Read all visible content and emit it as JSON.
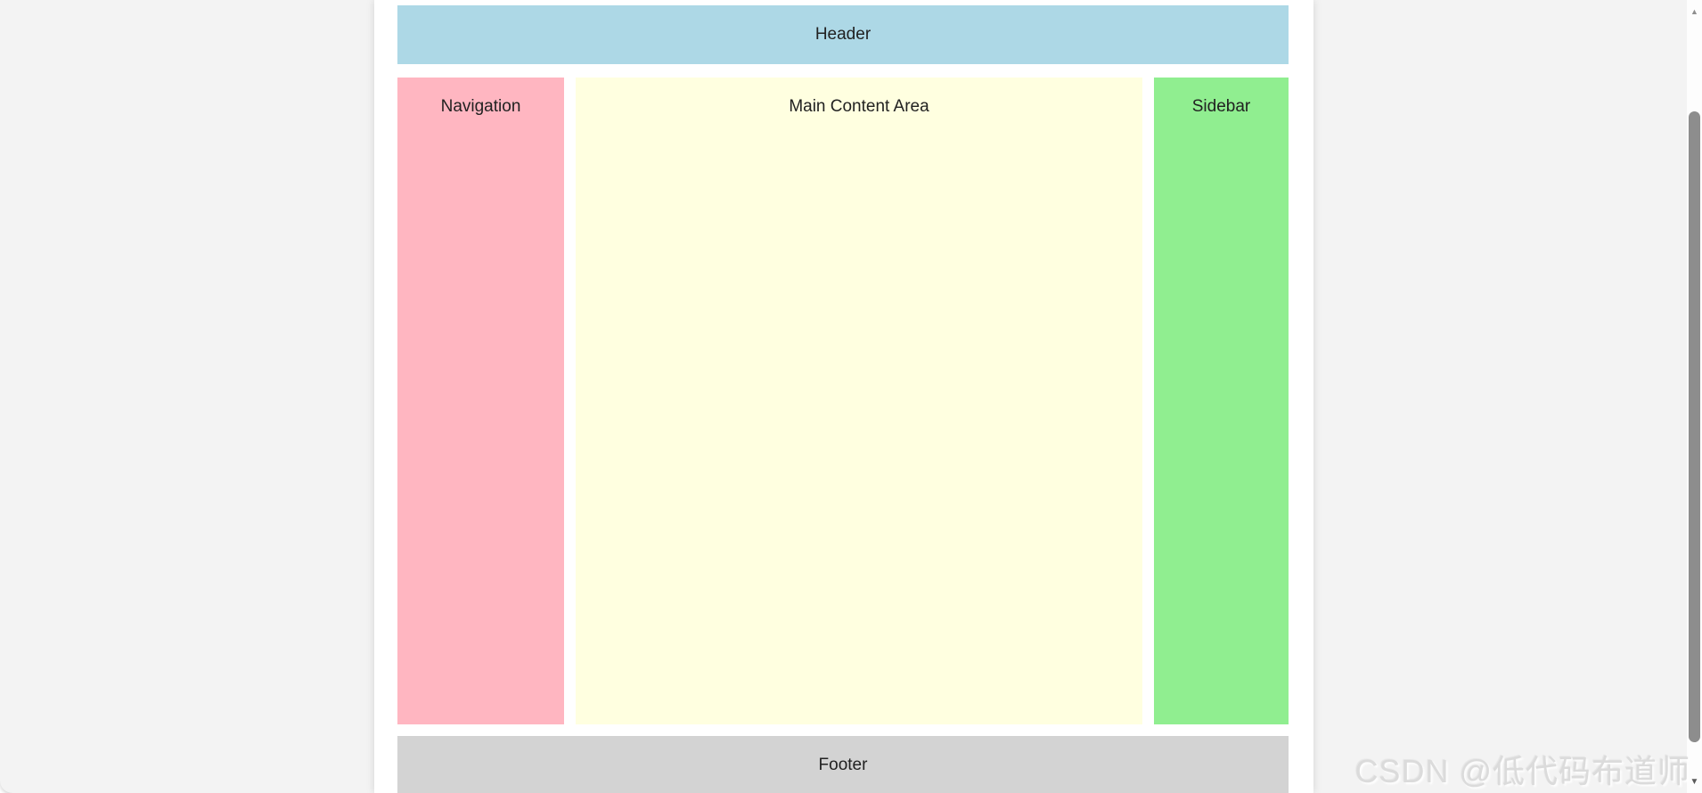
{
  "window": {
    "background": "#f3f3f3"
  },
  "page_canvas": {
    "background": "#ffffff"
  },
  "layout_demo": {
    "text_color": "#212121",
    "header": {
      "label": "Header",
      "background": "#add8e6"
    },
    "navigation": {
      "label": "Navigation",
      "background": "#ffb6c1"
    },
    "main_content": {
      "label": "Main Content Area",
      "background": "#ffffe0"
    },
    "sidebar": {
      "label": "Sidebar",
      "background": "#90ee90"
    },
    "footer": {
      "label": "Footer",
      "background": "#d3d3d3"
    }
  },
  "watermark": {
    "text": "CSDN @低代码布道师",
    "color": "#dbdbdb"
  },
  "scrollbar": {
    "track_color": "#fdfdfd",
    "thumb_color": "#8d8d8d",
    "up_icon": "▲",
    "down_icon": "▼"
  }
}
